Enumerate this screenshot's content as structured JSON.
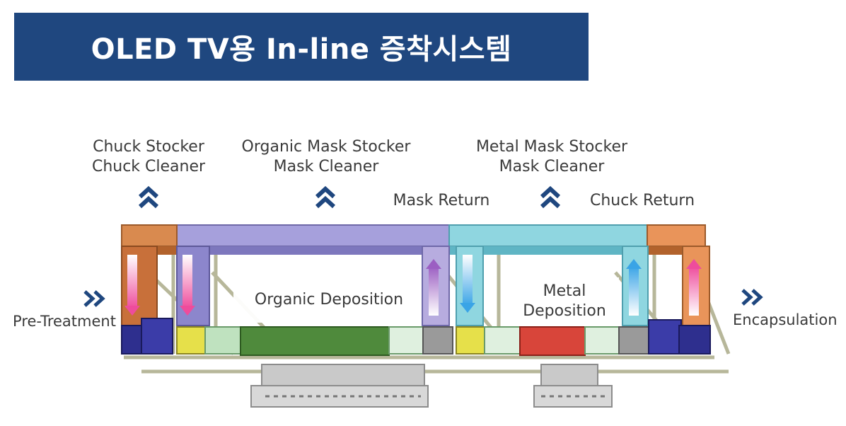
{
  "title": "OLED TV용 In-line 증착시스템",
  "labels": {
    "chuck_stocker": "Chuck Stocker",
    "chuck_cleaner": "Chuck Cleaner",
    "organic_mask_stocker": "Organic Mask Stocker",
    "organic_mask_cleaner": "Mask Cleaner",
    "metal_mask_stocker": "Metal Mask Stocker",
    "metal_mask_cleaner": "Mask Cleaner",
    "mask_return": "Mask Return",
    "chuck_return": "Chuck Return",
    "pre_treatment": "Pre-Treatment",
    "organic_deposition": "Organic  Deposition",
    "metal_deposition_1": "Metal",
    "metal_deposition_2": "Deposition",
    "encapsulation": "Encapsulation"
  },
  "icons": {
    "up_chevron": "double-chevron-up-icon",
    "right_chevron": "double-chevron-right-icon"
  },
  "colors": {
    "banner": "#1f477f",
    "chevron": "#1f477f",
    "chuck_module": "#c8703a",
    "organic_mask_module": "#8c86cc",
    "metal_mask_module": "#6cc4d4",
    "organic_deposition_chamber": "#4f8a3c",
    "metal_deposition_chamber": "#d8453a",
    "loader": "#2e2f8e",
    "yellow_chamber": "#e6e04a"
  }
}
